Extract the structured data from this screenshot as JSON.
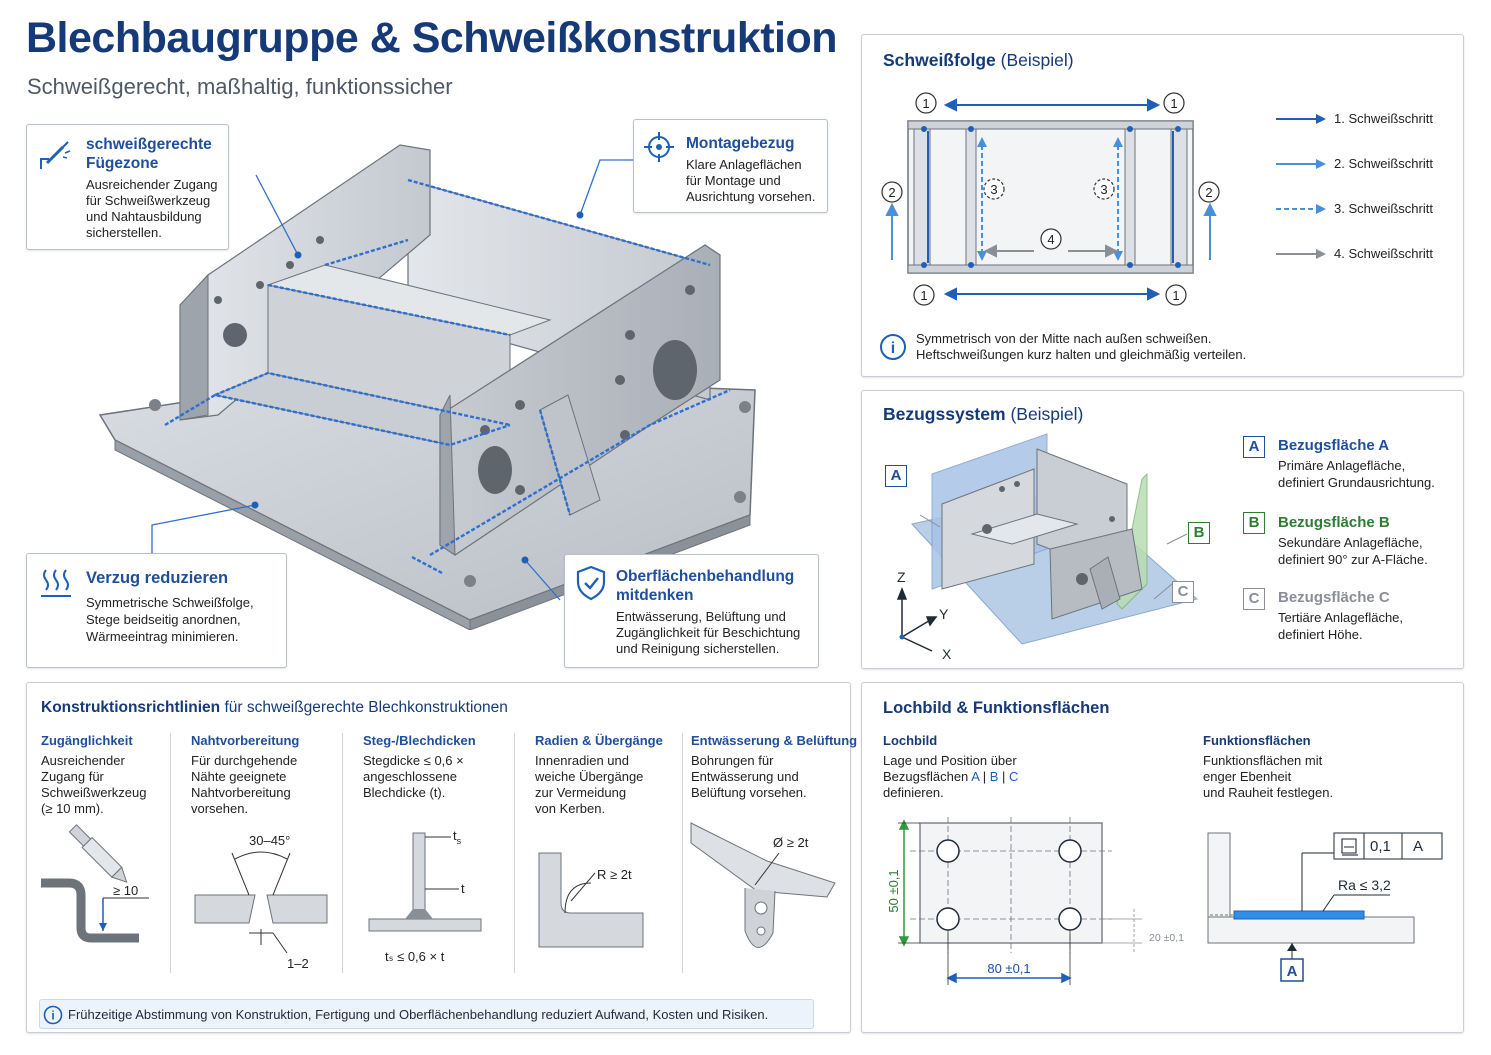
{
  "header": {
    "title": "Blechbaugruppe & Schweißkonstruktion",
    "subtitle": "Schweißgerecht, maßhaltig, funktionssicher"
  },
  "callouts": {
    "fuegezone": {
      "title_line1": "schweißgerechte",
      "title_line2": "Fügezone",
      "text_line1": "Ausreichender Zugang",
      "text_line2": "für Schweißwerkzeug",
      "text_line3": "und Nahtausbildung",
      "text_line4": "sicherstellen."
    },
    "montage": {
      "title": "Montagebezug",
      "text_line1": "Klare Anlageflächen",
      "text_line2": "für Montage und",
      "text_line3": "Ausrichtung vorsehen."
    },
    "verzug": {
      "title": "Verzug reduzieren",
      "text_line1": "Symmetrische Schweißfolge,",
      "text_line2": "Stege beidseitig anordnen,",
      "text_line3": "Wärmeeintrag minimieren."
    },
    "oberflaeche": {
      "title_line1": "Oberflächenbehandlung",
      "title_line2": "mitdenken",
      "text_line1": "Entwässerung, Belüftung und",
      "text_line2": "Zugänglichkeit für Beschichtung",
      "text_line3": "und Reinigung sicherstellen."
    }
  },
  "weld_sequence": {
    "title": "Schweißfolge",
    "title_suffix": "(Beispiel)",
    "markers": {
      "m1": "1",
      "m2": "2",
      "m3": "3",
      "m4": "4"
    },
    "legend": [
      "1. Schweißschritt",
      "2. Schweißschritt",
      "3. Schweißschritt",
      "4. Schweißschritt"
    ],
    "note_line1": "Symmetrisch von der Mitte nach außen schweißen.",
    "note_line2": "Heftschweißungen kurz halten und gleichmäßig verteilen.",
    "info_icon": "i"
  },
  "datum_system": {
    "title": "Bezugssystem",
    "title_suffix": "(Beispiel)",
    "axes": {
      "z": "Z",
      "y": "Y",
      "x": "X"
    },
    "refs": [
      {
        "letter": "A",
        "title": "Bezugsfläche A",
        "line1": "Primäre Anlagefläche,",
        "line2": "definiert Grundausrichtung.",
        "color": "#1f4e9c"
      },
      {
        "letter": "B",
        "title": "Bezugsfläche B",
        "line1": "Sekundäre Anlagefläche,",
        "line2": "definiert 90° zur A-Fläche.",
        "color": "#2e7d32"
      },
      {
        "letter": "C",
        "title": "Bezugsfläche C",
        "line1": "Tertiäre Anlagefläche,",
        "line2": "definiert Höhe.",
        "color": "#8a8f96"
      }
    ]
  },
  "guidelines": {
    "title_bold": "Konstruktionsrichtlinien",
    "title_rest": "für schweißgerechte Blechkonstruktionen",
    "columns": [
      {
        "head": "Zugänglichkeit",
        "lines": [
          "Ausreichender",
          "Zugang für",
          "Schweißwerkzeug",
          "(≥ 10 mm)."
        ]
      },
      {
        "head": "Nahtvorbereitung",
        "lines": [
          "Für durchgehende",
          "Nähte geeignete",
          "Nahtvorbereitung",
          "vorsehen."
        ]
      },
      {
        "head": "Steg-/Blechdicken",
        "lines": [
          "Stegdicke ≤ 0,6 ×",
          "angeschlossene",
          "Blechdicke (t)."
        ]
      },
      {
        "head": "Radien & Übergänge",
        "lines": [
          "Innenradien und",
          "weiche Übergänge",
          "zur Vermeidung",
          "von Kerben."
        ]
      },
      {
        "head": "Entwässerung & Belüftung",
        "lines": [
          "Bohrungen für",
          "Entwässerung und",
          "Belüftung vorsehen."
        ]
      }
    ],
    "dims": {
      "access": "≥ 10",
      "angle": "30–45°",
      "gap": "1–2",
      "ts": "t",
      "ts_sub": "s",
      "t": "t",
      "ts_formula": "tₛ ≤ 0,6 × t",
      "radius": "R ≥ 2t",
      "hole": "Ø ≥ 2t"
    },
    "note": "Frühzeitige Abstimmung von Konstruktion, Fertigung und Oberflächenbehandlung reduziert Aufwand, Kosten und Risiken."
  },
  "hole_pattern": {
    "title": "Lochbild & Funktionsflächen",
    "left_head": "Lochbild",
    "left_line1": "Lage und Position über",
    "left_line2_prefix": "Bezugsflächen",
    "left_refs": [
      "A",
      "B",
      "C"
    ],
    "left_line3": "definieren.",
    "right_head": "Funktionsflächen",
    "right_lines": [
      "Funktionsflächen mit",
      "enger Ebenheit",
      "und Rauheit festlegen."
    ],
    "dims": {
      "height": "50 ±0,1",
      "width": "80 ±0,1",
      "offset": "20 ±0,1",
      "flatness": "0,1",
      "datum": "A",
      "roughness": "Ra ≤ 3,2",
      "datum_label": "A"
    }
  },
  "colors": {
    "title": "#163a78",
    "accent": "#1f5fb8",
    "weld1": "#1f5fb8",
    "weld2": "#4a90d9",
    "weld3": "#4a90d9",
    "weld4": "#8a8f96",
    "datumB": "#2e7d32"
  }
}
